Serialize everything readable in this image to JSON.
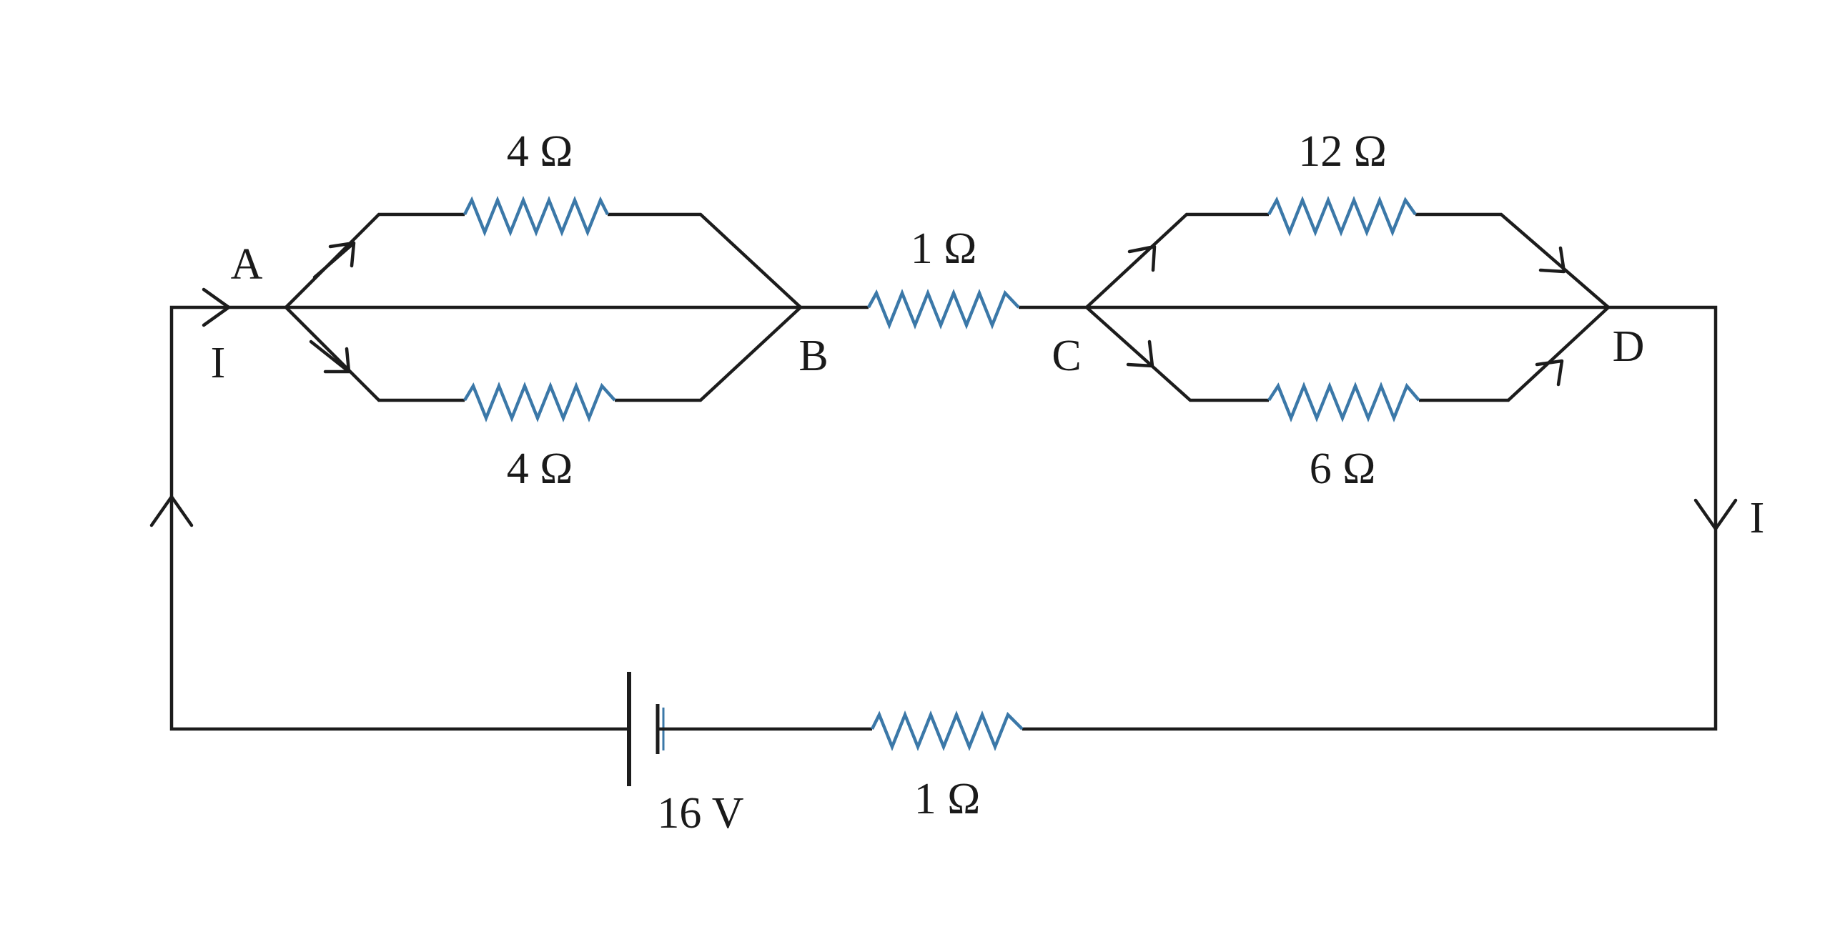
{
  "nodes": {
    "a": "A",
    "b": "B",
    "c": "C",
    "d": "D"
  },
  "current": {
    "left": "I",
    "right": "I"
  },
  "resistors": {
    "ab_top": "4 Ω",
    "ab_bottom": "4 Ω",
    "bc": "1 Ω",
    "cd_top": "12 Ω",
    "cd_bottom": "6 Ω",
    "series": "1 Ω"
  },
  "battery": {
    "label": "16 V"
  },
  "colors": {
    "wire": "#1c1c1c",
    "resistor": "#3b78a8"
  }
}
